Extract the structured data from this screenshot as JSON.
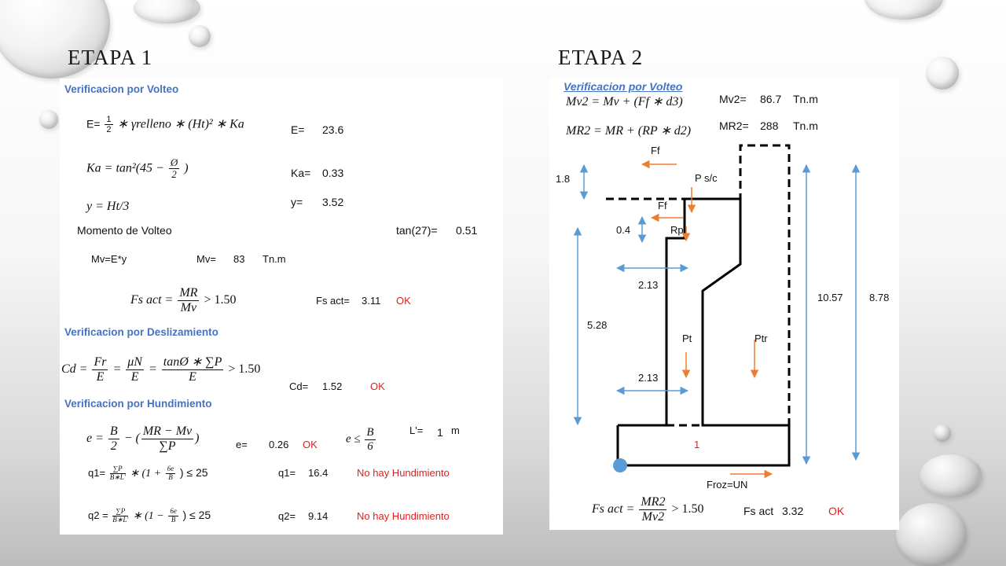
{
  "headings": {
    "left": "ETAPA 1",
    "right": "ETAPA 2"
  },
  "etapa1": {
    "sections": {
      "volteo": "Verificacion por Volteo",
      "deslizamiento": "Verificacion por  Deslizamiento",
      "hundimiento": "Verificacion por  Hundimiento"
    },
    "eq_E": {
      "lhs": "E=",
      "half_num": "1",
      "half_den": "2",
      "rhs": "∗ γrelleno ∗ (Ht)² ∗ Ka",
      "label": "E=",
      "value": "23.6"
    },
    "eq_Ka": {
      "lhs": "Ka = tan²(45 −",
      "num": "Ø",
      "den": "2",
      "tail": ")",
      "label": "Ka=",
      "value": "0.33"
    },
    "eq_y": {
      "expr": "y = Ht/3",
      "label": "y=",
      "value": "3.52"
    },
    "momento": {
      "text": "Momento de Volteo",
      "tan_label": "tan(27)=",
      "tan_value": "0.51"
    },
    "mv": {
      "expr": "Mv=E*y",
      "label": "Mv=",
      "value": "83",
      "unit": "Tn.m"
    },
    "fs": {
      "lhs": "Fs act =",
      "num": "MR",
      "den": "Mv",
      "rhs": "> 1.50",
      "label": "Fs act=",
      "value": "3.11",
      "status": "OK"
    },
    "cd": {
      "lhs": "Cd =",
      "f1n": "Fr",
      "f1d": "E",
      "f2n": "μN",
      "f2d": "E",
      "f3n": "tanØ ∗ ∑P",
      "f3d": "E",
      "rhs": "> 1.50",
      "label": "Cd=",
      "value": "1.52",
      "status": "OK"
    },
    "e": {
      "lhs": "e =",
      "bn": "B",
      "bd": "2",
      "mid": "− (",
      "mn": "MR − Mv",
      "md": "∑P",
      "tail": ")",
      "label": "e=",
      "value": "0.26",
      "status": "OK",
      "cond_lhs": "e ≤",
      "cn": "B",
      "cd": "6",
      "l_label": "L'=",
      "l_value": "1",
      "l_unit": "m"
    },
    "q1": {
      "lhs": "q1=",
      "n": "∑P",
      "d": "B∗L'",
      "mid": "∗ (1 +",
      "in": "6e",
      "id": "B",
      "tail": ") ≤ 25",
      "label": "q1=",
      "value": "16.4",
      "status": "No hay Hundimiento"
    },
    "q2": {
      "lhs": "q2 =",
      "n": "∑P",
      "d": "B∗L'",
      "mid": "∗ (1 −",
      "in": "6e",
      "id": "B",
      "tail": ") ≤ 25",
      "label": "q2=",
      "value": "9.14",
      "status": "No hay Hundimiento"
    }
  },
  "etapa2": {
    "section": "Verificacion por Volteo",
    "mv2": {
      "expr": "Mv2 = Mv + (Ff ∗ d3)",
      "label": "Mv2=",
      "value": "86.7",
      "unit": "Tn.m"
    },
    "mr2": {
      "expr": "MR2 = MR + (RP ∗ d2)",
      "label": "MR2=",
      "value": "288",
      "unit": "Tn.m"
    },
    "diagram": {
      "ff_top": "Ff",
      "ps_c": "P s/c",
      "ff_mid": "Ff",
      "rp": "Rp",
      "dim_18": "1.8",
      "dim_04": "0.4",
      "dim_213a": "2.13",
      "dim_528": "5.28",
      "pt": "Pt",
      "ptr": "Ptr",
      "dim_213b": "2.13",
      "dim_1057": "10.57",
      "dim_878": "8.78",
      "base_1": "1",
      "froz": "Froz=UN"
    },
    "fs": {
      "lhs": "Fs act =",
      "num": "MR2",
      "den": "Mv2",
      "rhs": "> 1.50",
      "label": "Fs act",
      "value": "3.32",
      "status": "OK"
    }
  }
}
